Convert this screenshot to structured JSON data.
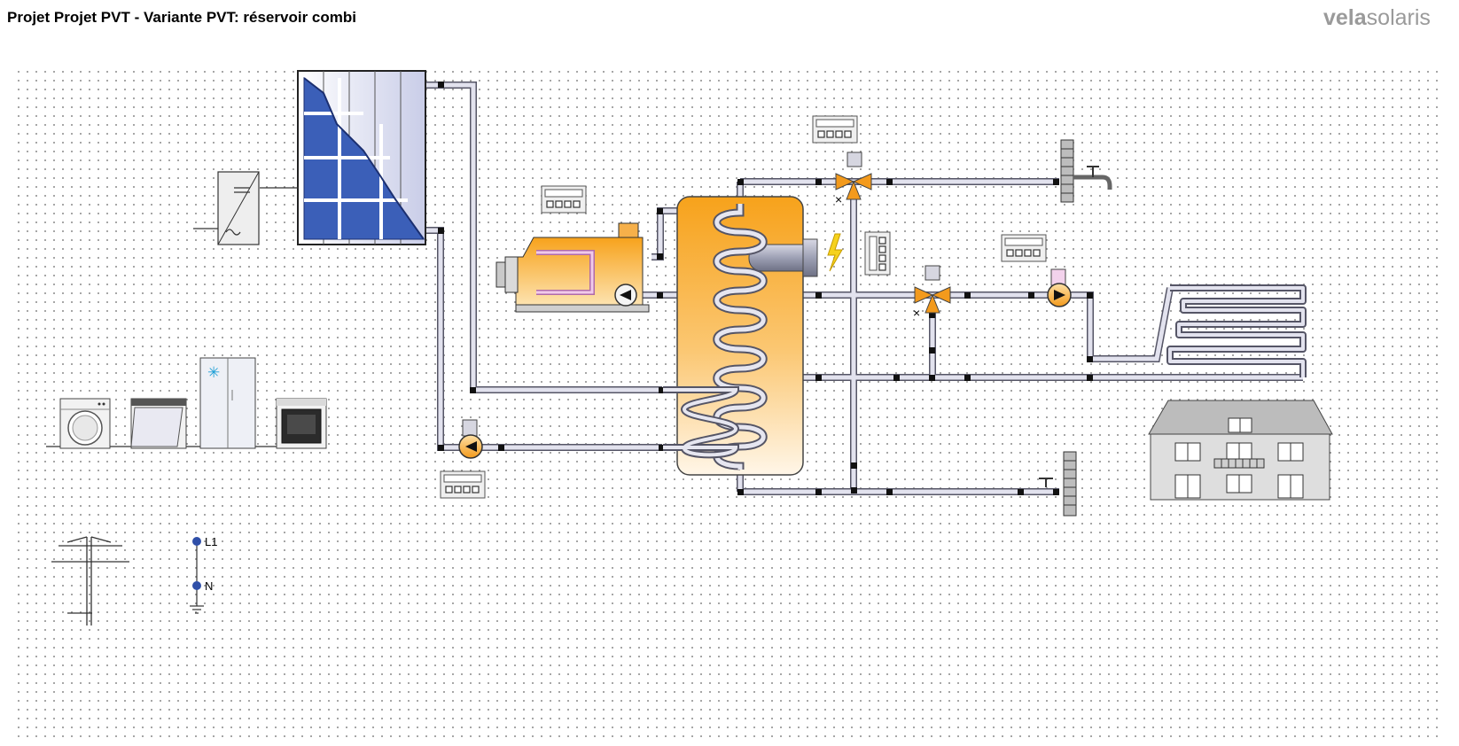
{
  "header": {
    "title": "Projet Projet PVT - Variante PVT: réservoir combi",
    "brand_bold": "vela",
    "brand_light": "solaris"
  },
  "grid": {
    "enabled": true,
    "dot_color": "#8a8a8a"
  },
  "colors": {
    "pipe": "#e2e2ee",
    "pipe_outline": "#555566",
    "tank_top": "#f7a21b",
    "tank_bottom": "#fff6e8",
    "panel_blue": "#3b5fb8",
    "building": "#dedede"
  },
  "components": {
    "pvt_collector": "pvt-collector-panel",
    "inverter": "inverter-icon",
    "boiler": "boiler-icon",
    "storage_tank": "combi-tank",
    "electric_heater": "lightning-icon",
    "valves": [
      "three-way-valve-icon",
      "three-way-valve-icon"
    ],
    "pumps": [
      "pump-icon",
      "pump-icon",
      "pump-icon"
    ],
    "controllers": [
      "controller-display",
      "controller-display",
      "controller-display",
      "controller-display",
      "controller-display"
    ],
    "appliances": [
      "washing-machine-icon",
      "dishwasher-icon",
      "fridge-icon",
      "oven-icon"
    ],
    "underfloor_heating": "floor-heating-coil",
    "building": "house-icon",
    "grid_pole": "power-pylon-icon",
    "taps": [
      "tap-icon",
      "tap-icon"
    ]
  },
  "electrical": {
    "l1_label": "L1",
    "n_label": "N"
  }
}
